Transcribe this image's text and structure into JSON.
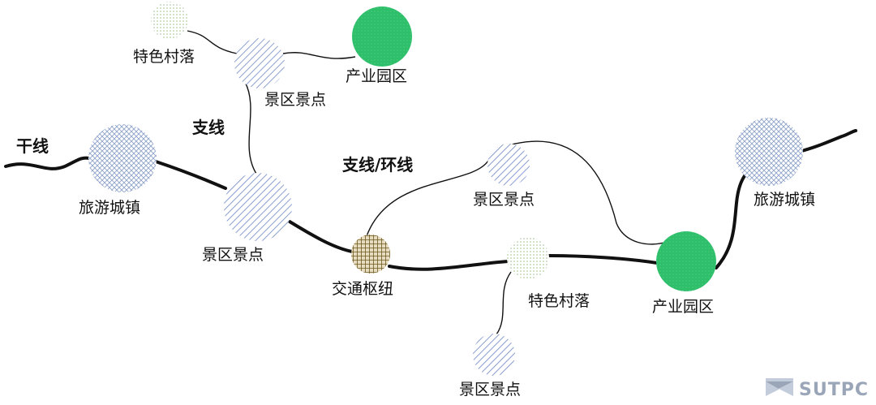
{
  "diagram": {
    "line_labels": {
      "trunk": "干线",
      "branch": "支线",
      "branch_ring": "支线/环线"
    },
    "nodes": {
      "town_left": "旅游城镇",
      "scenic_main": "景区景点",
      "village_top": "特色村落",
      "scenic_top": "景区景点",
      "industrial_top": "产业园区",
      "hub": "交通枢纽",
      "scenic_ring": "景区景点",
      "village_mid": "特色村落",
      "scenic_bottom": "景区景点",
      "industrial_right": "产业园区",
      "town_right": "旅游城镇"
    },
    "colors": {
      "green": "#2dbf6a",
      "blue_hatch": "#6d86c4",
      "check": "#8fa2c8",
      "hub": "#8a7a3a",
      "dots": "#9bbf8f"
    }
  },
  "logo": {
    "text": "SUTPC"
  }
}
